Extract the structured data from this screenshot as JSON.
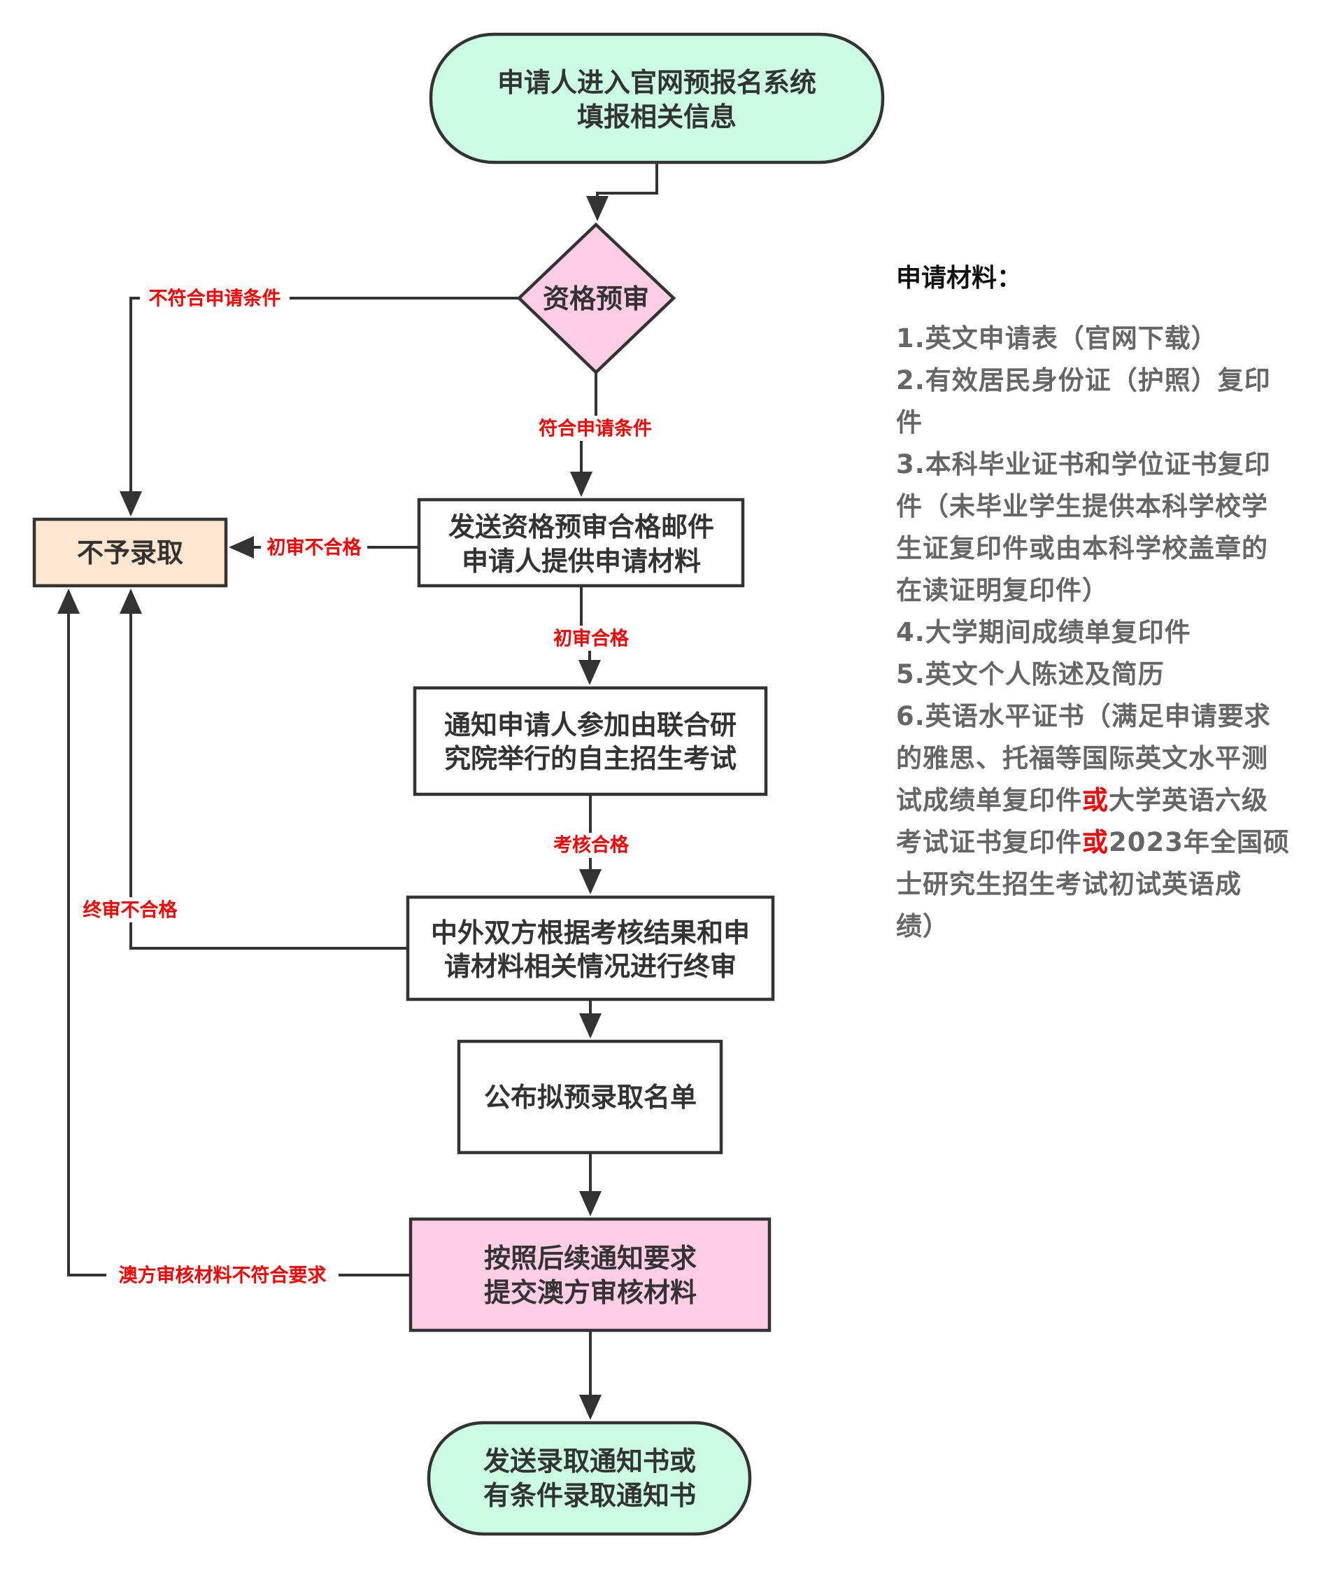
{
  "colors": {
    "terminal_fill": "#ccfbe3",
    "decision_fill": "#fdcde6",
    "reject_fill": "#fde6d0",
    "process_fill": "#ffffff",
    "highlight_fill": "#fdcde6",
    "stroke": "#333333",
    "edge_label": "#ff0000",
    "materials_text": "#666666"
  },
  "flowchart": {
    "start": {
      "lines": [
        "申请人进入官网预报名系统",
        "填报相关信息"
      ]
    },
    "decision": {
      "label": "资格预审"
    },
    "reject": {
      "label": "不予录取"
    },
    "step_send_email": {
      "lines": [
        "发送资格预审合格邮件",
        "申请人提供申请材料"
      ]
    },
    "step_exam": {
      "lines": [
        "通知申请人参加由联合研",
        "究院举行的自主招生考试"
      ]
    },
    "step_final_review": {
      "lines": [
        "中外双方根据考核结果和申",
        "请材料相关情况进行终审"
      ]
    },
    "step_publish": {
      "label": "公布拟预录取名单"
    },
    "step_submit_au": {
      "lines": [
        "按照后续通知要求",
        "提交澳方审核材料"
      ]
    },
    "end": {
      "lines": [
        "发送录取通知书或",
        "有条件录取通知书"
      ]
    },
    "edge_labels": {
      "not_eligible": "不符合申请条件",
      "eligible": "符合申请条件",
      "initial_fail": "初审不合格",
      "initial_pass": "初审合格",
      "exam_pass": "考核合格",
      "final_fail": "终审不合格",
      "au_fail": "澳方审核材料不符合要求"
    }
  },
  "materials": {
    "heading": "申请材料：",
    "lines": [
      [
        {
          "t": "1.英文申请表（官网下载）"
        }
      ],
      [
        {
          "t": "2.有效居民身份证（护照）复印"
        }
      ],
      [
        {
          "t": "件"
        }
      ],
      [
        {
          "t": "3.本科毕业证书和学位证书复印"
        }
      ],
      [
        {
          "t": "件（未毕业学生提供本科学校学"
        }
      ],
      [
        {
          "t": "生证复印件或由本科学校盖章的"
        }
      ],
      [
        {
          "t": "在读证明复印件）"
        }
      ],
      [
        {
          "t": "4.大学期间成绩单复印件"
        }
      ],
      [
        {
          "t": "5.英文个人陈述及简历"
        }
      ],
      [
        {
          "t": "6.英语水平证书（满足申请要求"
        }
      ],
      [
        {
          "t": "的雅思、托福等国际英文水平测"
        }
      ],
      [
        {
          "t": "试成绩单复印件"
        },
        {
          "t": "或",
          "hl": true
        },
        {
          "t": "大学英语六级"
        }
      ],
      [
        {
          "t": "考试证书复印件"
        },
        {
          "t": "或",
          "hl": true
        },
        {
          "t": "2023年全国硕"
        }
      ],
      [
        {
          "t": "士研究生招生考试初试英语成"
        }
      ],
      [
        {
          "t": "绩）"
        }
      ]
    ]
  }
}
